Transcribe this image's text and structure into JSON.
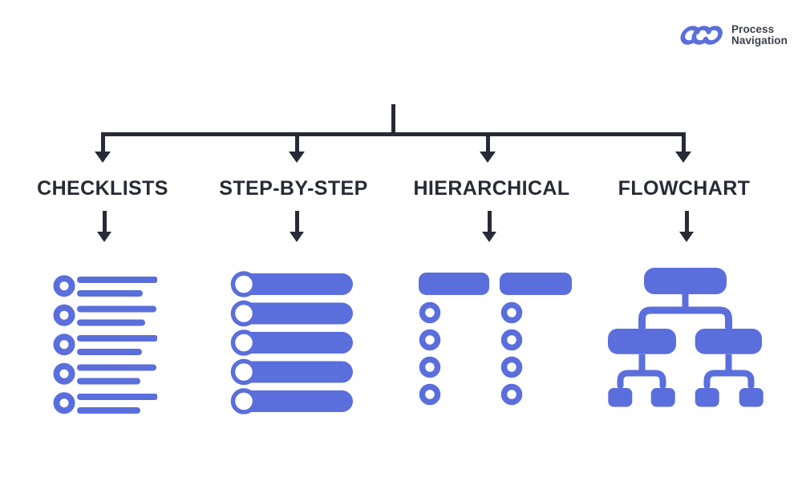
{
  "brand": {
    "logo_icon": "chain-links-icon",
    "name_line1": "Process",
    "name_line2": "Navigation"
  },
  "colors": {
    "accent": "#5a6edc",
    "line": "#272b35",
    "background": "#ffffff",
    "brand_text": "#3b414b"
  },
  "diagram": {
    "branches": [
      {
        "label": "CHECKLISTS",
        "icon": "checklist-icon"
      },
      {
        "label": "STEP-BY-STEP",
        "icon": "steps-icon"
      },
      {
        "label": "HIERARCHICAL",
        "icon": "hierarchy-icon"
      },
      {
        "label": "FLOWCHART",
        "icon": "flowchart-icon"
      }
    ]
  }
}
